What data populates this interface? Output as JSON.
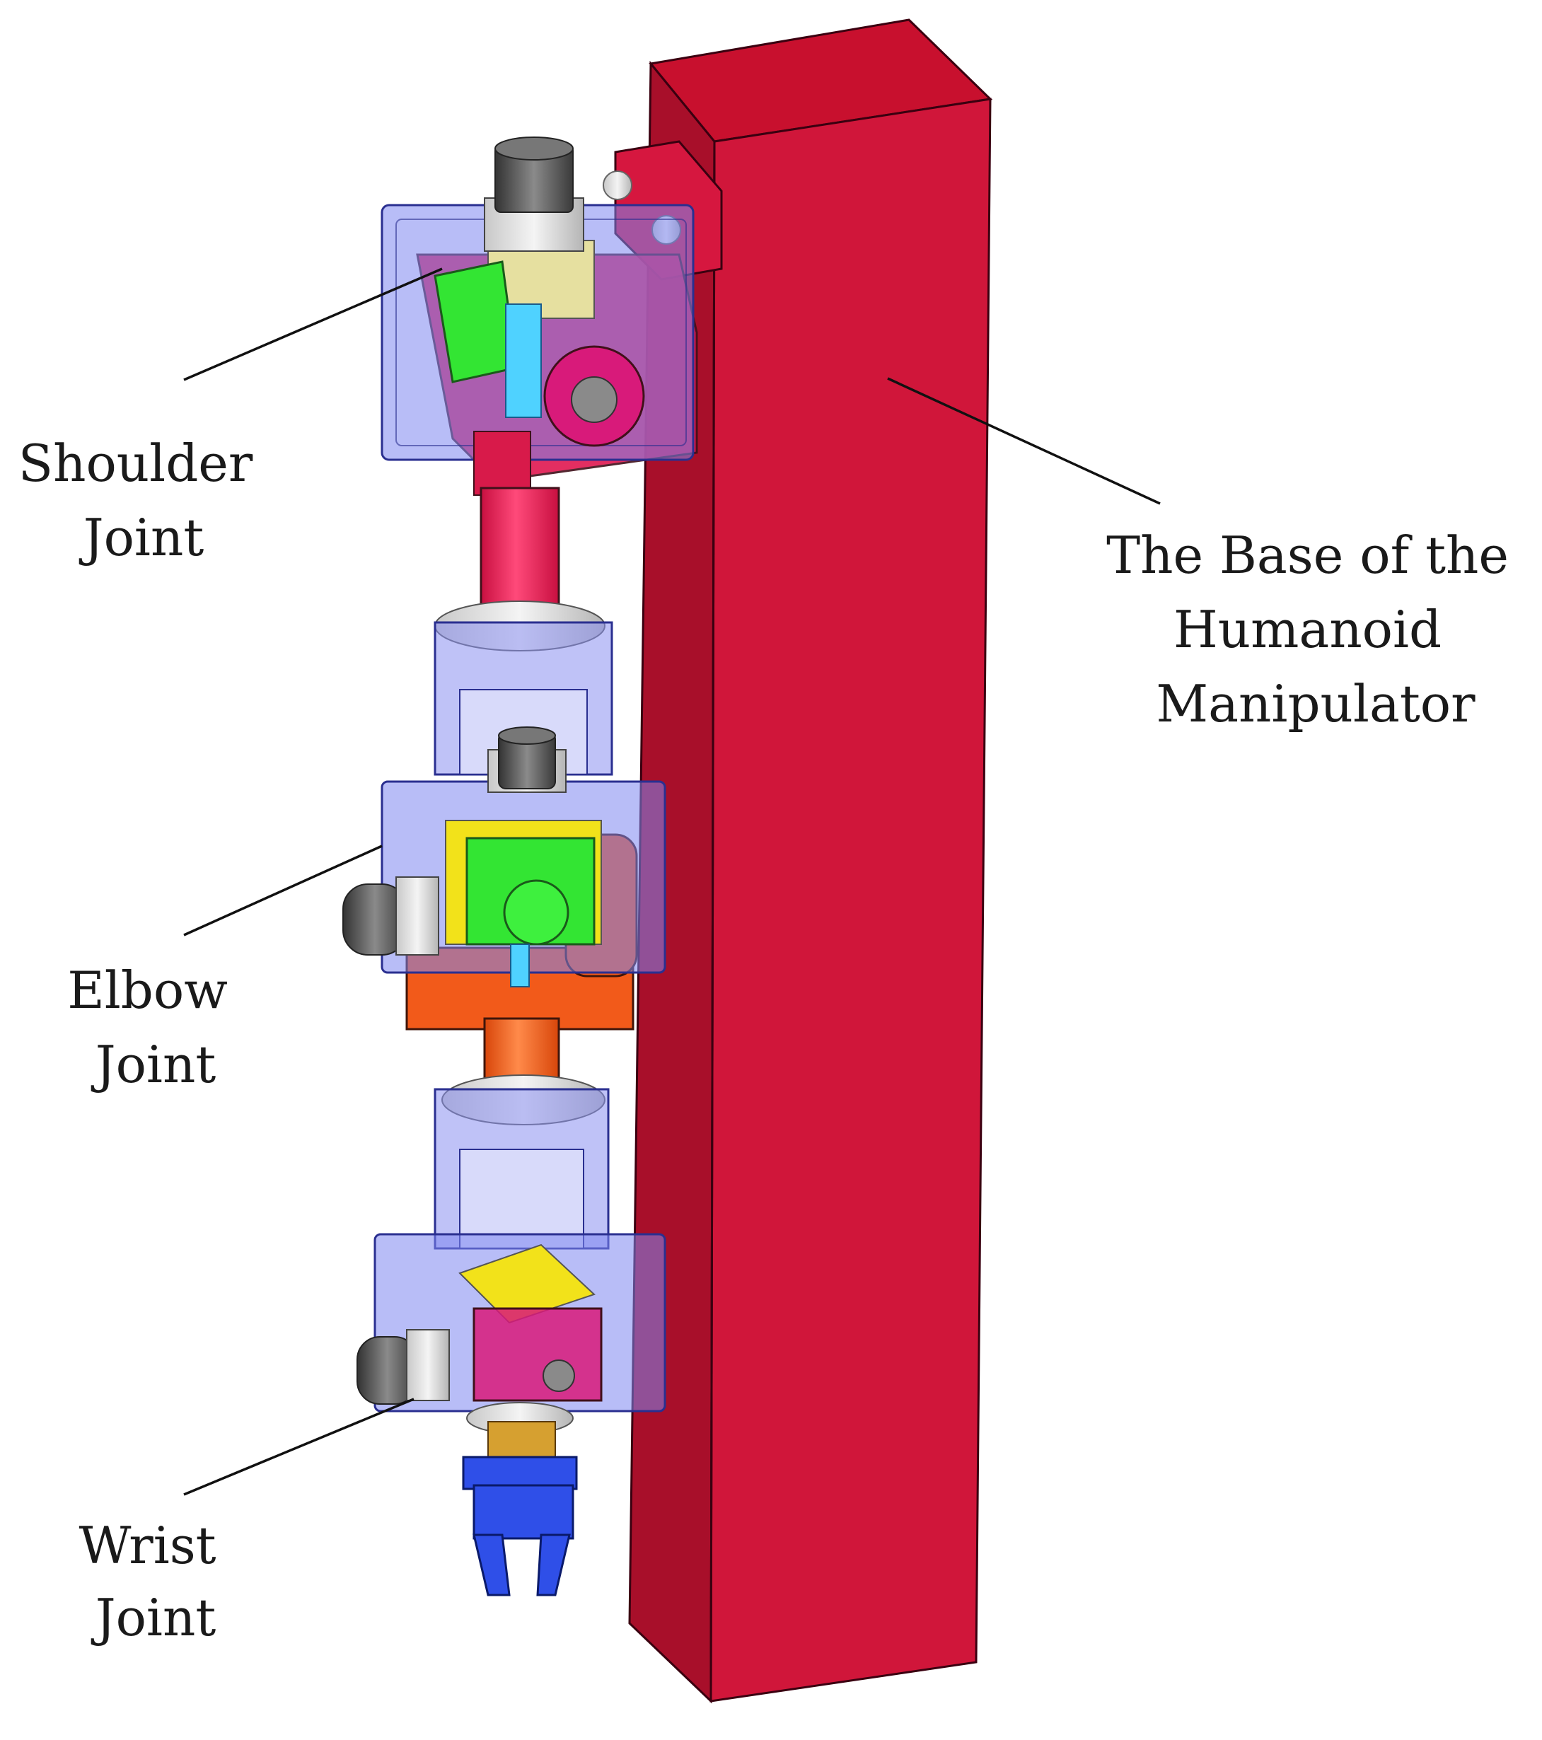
{
  "labels": {
    "shoulder": [
      "Shoulder",
      "Joint"
    ],
    "elbow": [
      "Elbow",
      "Joint"
    ],
    "wrist": [
      "Wrist",
      "Joint"
    ],
    "base": [
      "The Base of the",
      "Humanoid",
      "Manipulator"
    ]
  },
  "colors": {
    "base": "#c8102e",
    "shoulder_link": "#e01850",
    "housing": "#8a90f0",
    "elbow_bracket": "#f25a1a",
    "motor": "#555555",
    "gear_green": "#33e533",
    "plate_yellow": "#f2e21a",
    "gripper": "#2f4fe8"
  },
  "icons": [
    "robot-arm-illustration"
  ]
}
